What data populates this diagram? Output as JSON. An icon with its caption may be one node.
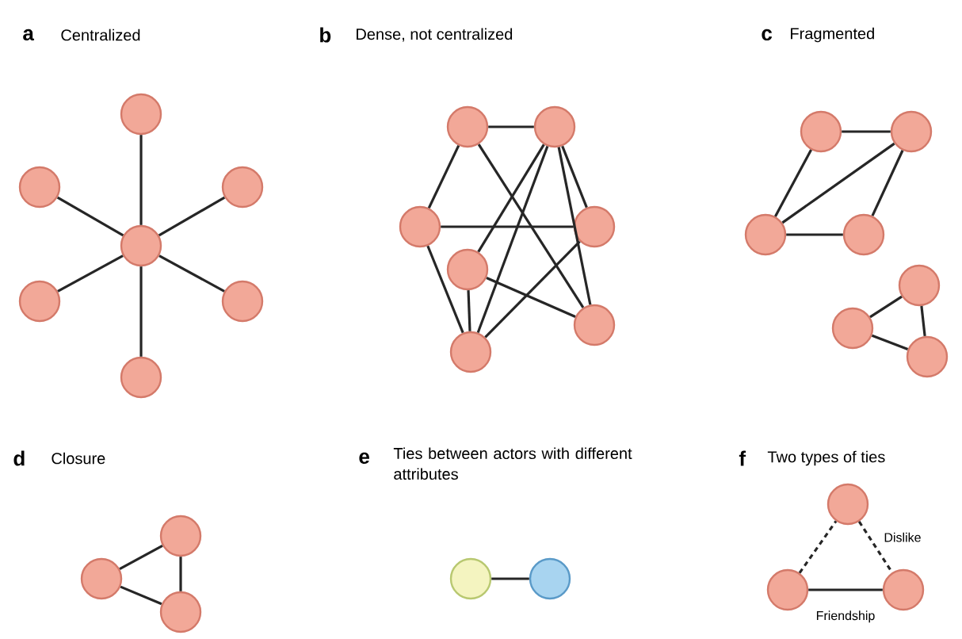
{
  "diagram": {
    "nodes": [
      {
        "text": [],
        "shape": "circle"
      },
      {
        "text": [],
        "shape": "circle"
      },
      {
        "text": [],
        "shape": "circle"
      },
      {
        "text": [],
        "shape": "circle"
      },
      {
        "text": [],
        "shape": "circle"
      },
      {
        "text": [],
        "shape": "circle"
      },
      {
        "text": [],
        "shape": "circle"
      },
      {
        "text": [],
        "shape": "circle"
      },
      {
        "text": [],
        "shape": "circle"
      },
      {
        "text": [],
        "shape": "circle"
      },
      {
        "text": [],
        "shape": "circle"
      },
      {
        "text": [],
        "shape": "circle"
      },
      {
        "text": [],
        "shape": "circle"
      },
      {
        "text": [],
        "shape": "circle"
      },
      {
        "text": [],
        "shape": "circle"
      },
      {
        "text": [],
        "shape": "circle"
      },
      {
        "text": [],
        "shape": "circle"
      },
      {
        "text": [],
        "shape": "circle"
      },
      {
        "text": [],
        "shape": "circle"
      },
      {
        "text": [],
        "shape": "circle"
      },
      {
        "text": [],
        "shape": "circle"
      },
      {
        "text": [],
        "shape": "circle"
      },
      {
        "text": [],
        "shape": "circle"
      },
      {
        "text": [],
        "shape": "circle"
      },
      {
        "text": [],
        "shape": "circle"
      },
      {
        "text": [],
        "shape": "circle"
      },
      {
        "text": [],
        "shape": "circle"
      },
      {
        "text": [],
        "shape": "circle"
      },
      {
        "text": [],
        "shape": "circle"
      }
    ],
    "edges": [
      {
        "from": 3,
        "to": 0,
        "arrow": "none"
      },
      {
        "from": 3,
        "to": 1,
        "arrow": "none"
      },
      {
        "from": 3,
        "to": 2,
        "arrow": "none"
      },
      {
        "from": 3,
        "to": 4,
        "arrow": "none"
      },
      {
        "from": 3,
        "to": 5,
        "arrow": "none"
      },
      {
        "from": 3,
        "to": 6,
        "arrow": "none"
      },
      {
        "from": 7,
        "to": 8,
        "arrow": "none"
      },
      {
        "from": 7,
        "to": 9,
        "arrow": "none"
      },
      {
        "from": 7,
        "to": 12,
        "arrow": "none"
      },
      {
        "from": 8,
        "to": 11,
        "arrow": "none"
      },
      {
        "from": 8,
        "to": 13,
        "arrow": "none"
      },
      {
        "from": 8,
        "to": 10,
        "arrow": "none"
      },
      {
        "from": 8,
        "to": 12,
        "arrow": "none"
      },
      {
        "from": 9,
        "to": 10,
        "arrow": "none"
      },
      {
        "from": 9,
        "to": 13,
        "arrow": "none"
      },
      {
        "from": 11,
        "to": 13,
        "arrow": "none"
      },
      {
        "from": 11,
        "to": 12,
        "arrow": "none"
      },
      {
        "from": 10,
        "to": 13,
        "arrow": "none"
      },
      {
        "from": 14,
        "to": 15,
        "arrow": "none"
      },
      {
        "from": 14,
        "to": 16,
        "arrow": "none"
      },
      {
        "from": 15,
        "to": 16,
        "arrow": "none"
      },
      {
        "from": 15,
        "to": 17,
        "arrow": "none"
      },
      {
        "from": 16,
        "to": 17,
        "arrow": "none"
      },
      {
        "from": 19,
        "to": 18,
        "arrow": "none"
      },
      {
        "from": 19,
        "to": 20,
        "arrow": "none"
      },
      {
        "from": 18,
        "to": 20,
        "arrow": "none"
      },
      {
        "from": 22,
        "to": 21,
        "arrow": "none"
      },
      {
        "from": 22,
        "to": 23,
        "arrow": "none"
      },
      {
        "from": 21,
        "to": 23,
        "arrow": "none"
      },
      {
        "from": 24,
        "to": 25,
        "arrow": "none"
      },
      {
        "from": 27,
        "to": 26,
        "arrow": "none",
        "style": "dashed"
      },
      {
        "from": 26,
        "to": 28,
        "arrow": "none",
        "style": "dashed",
        "label": "Dislike"
      },
      {
        "from": 27,
        "to": 28,
        "arrow": "none",
        "label": "Friendship"
      }
    ],
    "labels": [
      "a",
      "Centralized",
      "b",
      "Dense, not centralized",
      "c",
      "Fragmented",
      "d",
      "Closure",
      "e",
      "Ties between actors with different attributes",
      "f",
      "Two types of ties"
    ]
  }
}
